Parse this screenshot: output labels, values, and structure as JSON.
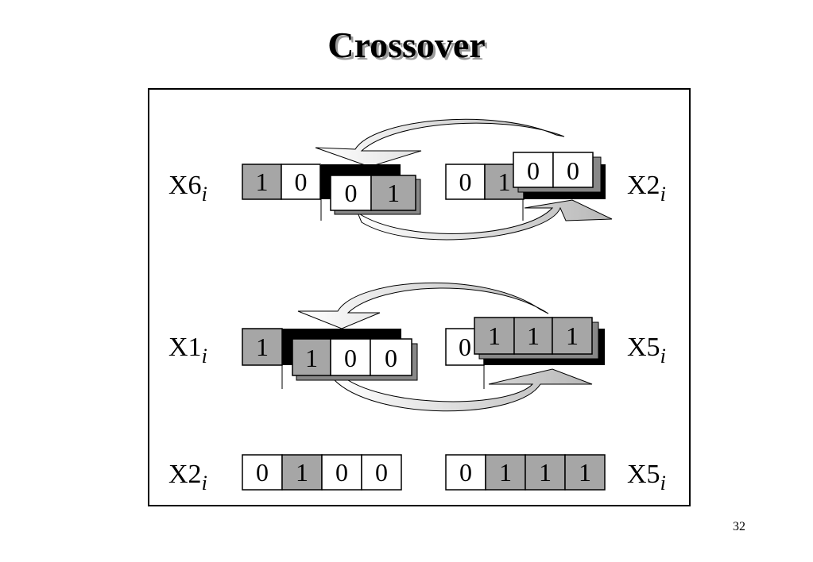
{
  "slide": {
    "title": "Crossover",
    "page_number": "32"
  },
  "labels": {
    "r1_left": {
      "base": "X6",
      "sub": "i"
    },
    "r1_right": {
      "base": "X2",
      "sub": "i"
    },
    "r2_left": {
      "base": "X1",
      "sub": "i"
    },
    "r2_right": {
      "base": "X5",
      "sub": "i"
    },
    "r3_left": {
      "base": "X2",
      "sub": "i"
    },
    "r3_right": {
      "base": "X5",
      "sub": "i"
    }
  },
  "chromosomes": {
    "r1_left_head": [
      "1",
      "0"
    ],
    "r1_left_tail": [
      "0",
      "1"
    ],
    "r1_right_head": [
      "0",
      "1"
    ],
    "r1_right_tail": [
      "0",
      "0"
    ],
    "r2_left_head": [
      "1"
    ],
    "r2_left_tail": [
      "1",
      "0",
      "0"
    ],
    "r2_right_head": [
      "0"
    ],
    "r2_right_tail": [
      "1",
      "1",
      "1"
    ],
    "r3_left": [
      "0",
      "1",
      "0",
      "0"
    ],
    "r3_right": [
      "0",
      "1",
      "1",
      "1"
    ]
  },
  "colors": {
    "gene_one": "#a6a6a6",
    "gene_zero": "#ffffff",
    "shadow": "#000000",
    "arrow_fill": "#c8c8c8"
  }
}
